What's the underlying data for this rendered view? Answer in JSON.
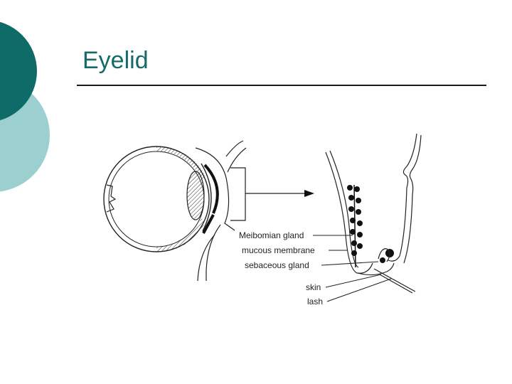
{
  "slide": {
    "title": "Eyelid",
    "accent_dark": "#0f6b68",
    "accent_light": "#9ccfcf"
  },
  "diagram": {
    "labels": {
      "meibomian_gland": "Meibomian gland",
      "mucous_membrane": "mucous membrane",
      "sebaceous_gland": "sebaceous gland",
      "skin": "skin",
      "lash": "lash"
    }
  }
}
